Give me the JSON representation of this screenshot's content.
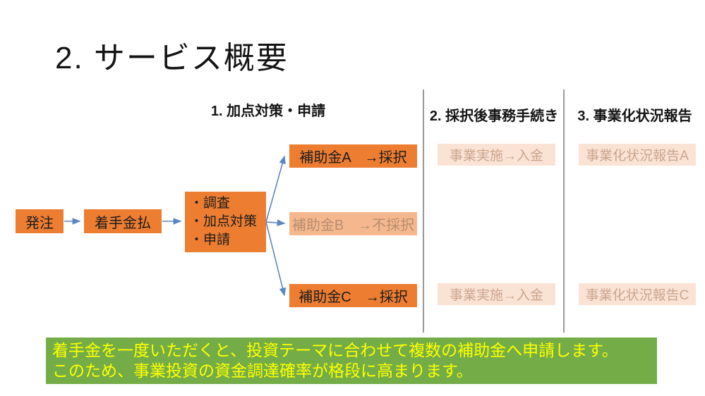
{
  "slide": {
    "title": "2. サービス概要"
  },
  "phases": [
    {
      "label": "1. 加点対策・申請"
    },
    {
      "label": "2. 採択後事務手続き"
    },
    {
      "label": "3. 事業化状況報告"
    }
  ],
  "flow": {
    "order": "発注",
    "deposit": "着手金払",
    "tasks": [
      "・調査",
      "・加点対策",
      "・申請"
    ],
    "subsidies": [
      {
        "label": "補助金A　→採択",
        "state": "active"
      },
      {
        "label": "補助金B　→不採択",
        "state": "faded"
      },
      {
        "label": "補助金C　→採択",
        "state": "active"
      }
    ],
    "post_adoption": [
      {
        "label": "事業実施→入金"
      },
      {
        "label": "事業実施→入金"
      }
    ],
    "reports": [
      {
        "label": "事業化状況報告A"
      },
      {
        "label": "事業化状況報告C"
      }
    ]
  },
  "banner": {
    "line1": "着手金を一度いただくと、投資テーマに合わせて複数の補助金へ申請します。",
    "line2": "このため、事業投資の資金調達確率が格段に高まります。"
  },
  "colors": {
    "box_orange": "#ED7D31",
    "box_faded_orange": "rgba(237,125,49,0.55)",
    "box_light_peach": "#FAE3D4",
    "light_text": "#CBA58F",
    "arrow_blue": "#5b86c2",
    "divider_gray": "#9a9a9a",
    "banner_green": "#74AD48",
    "banner_text_yellow": "#FFFF00"
  }
}
